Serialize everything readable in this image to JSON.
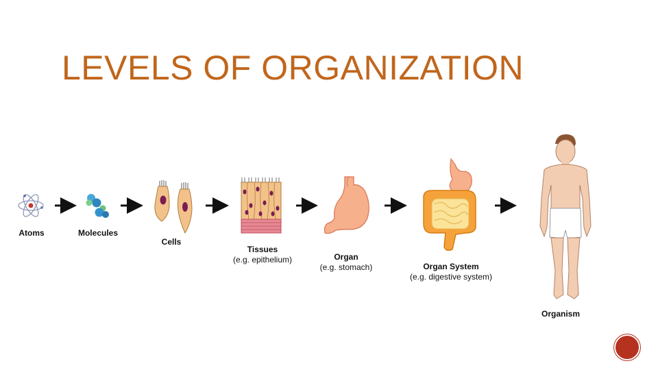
{
  "title": "LEVELS OF ORGANIZATION",
  "colors": {
    "title": "#c0661c",
    "arrow": "#111111",
    "cell_fill": "#f2c28a",
    "nucleus": "#7a1d52",
    "stomach": "#f7b08c",
    "intestine": "#f6a23a",
    "skin": "#f3cdb2",
    "slide_badge": "#b5321f"
  },
  "stages": [
    {
      "label": "Atoms",
      "example": "",
      "icon": "atom-icon"
    },
    {
      "label": "Molecules",
      "example": "",
      "icon": "molecule-icon"
    },
    {
      "label": "Cells",
      "example": "",
      "icon": "cell-icon"
    },
    {
      "label": "Tissues",
      "example": "(e.g. epithelium)",
      "icon": "tissue-icon"
    },
    {
      "label": "Organ",
      "example": "(e.g. stomach)",
      "icon": "stomach-icon"
    },
    {
      "label": "Organ System",
      "example": "(e.g. digestive system)",
      "icon": "digestive-system-icon"
    },
    {
      "label": "Organism",
      "example": "",
      "icon": "human-body-icon"
    }
  ]
}
